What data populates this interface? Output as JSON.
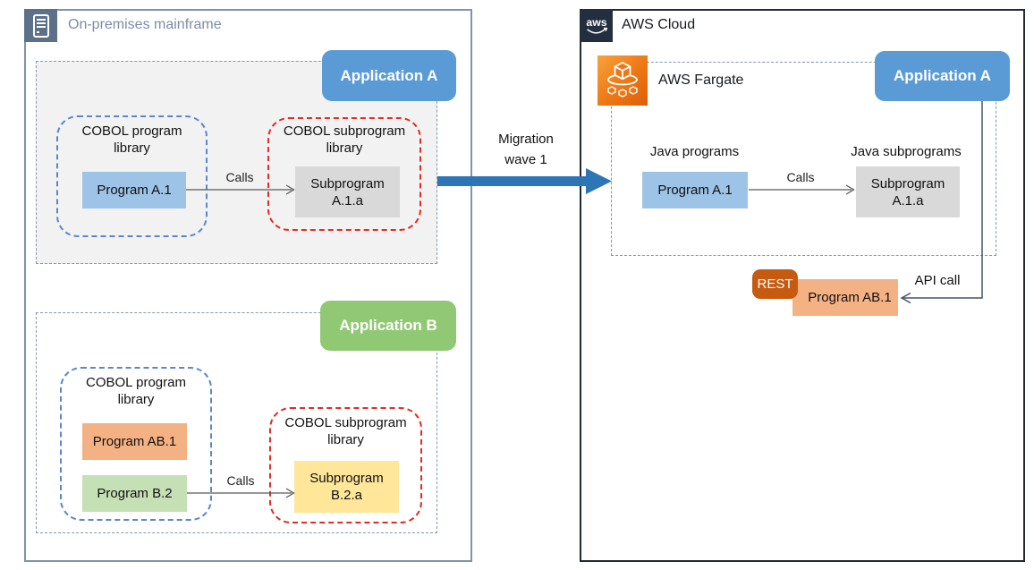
{
  "left_panel": {
    "title": "On-premises mainframe",
    "app_a": {
      "badge_label": "Application A",
      "program_library_label": "COBOL program library",
      "program_1": "Program A.1",
      "calls_label": "Calls",
      "subprogram_library_label": "COBOL subprogram library",
      "subprogram_1": "Subprogram A.1.a"
    },
    "app_b": {
      "badge_label": "Application B",
      "program_library_label": "COBOL program library",
      "program_ab1": "Program AB.1",
      "program_b2": "Program B.2",
      "calls_label": "Calls",
      "subprogram_library_label": "COBOL subprogram library",
      "subprogram_1": "Subprogram B.2.a"
    }
  },
  "migration": {
    "label": "Migration wave 1"
  },
  "aws_panel": {
    "logo_text": "aws",
    "title": "AWS Cloud",
    "fargate_label": "AWS Fargate",
    "app_a_badge_label": "Application A",
    "java_programs_label": "Java programs",
    "program_1": "Program A.1",
    "calls_label": "Calls",
    "java_subprograms_label": "Java subprograms",
    "subprogram_1": "Subprogram A.1.a",
    "rest_label": "REST",
    "program_ab1": "Program AB.1",
    "api_call_label": "API call"
  },
  "colors": {
    "app_badge_blue": "#5B9BD5",
    "app_badge_green": "#90C873",
    "program_blue": "#9DC3E6",
    "subprogram_gray": "#D9D9D9",
    "program_orange": "#F4B183",
    "program_green": "#C5E0B4",
    "subprogram_yellow": "#FFE699",
    "rest_orange": "#C55A11",
    "migration_arrow_blue": "#2E75B6",
    "library_dashed_blue": "#5B87C9",
    "library_dashed_red": "#E02D24",
    "group_dashed_gray": "#8496B0",
    "aws_dark_navy": "#232F3E",
    "mainframe_slate": "#5C7189"
  }
}
